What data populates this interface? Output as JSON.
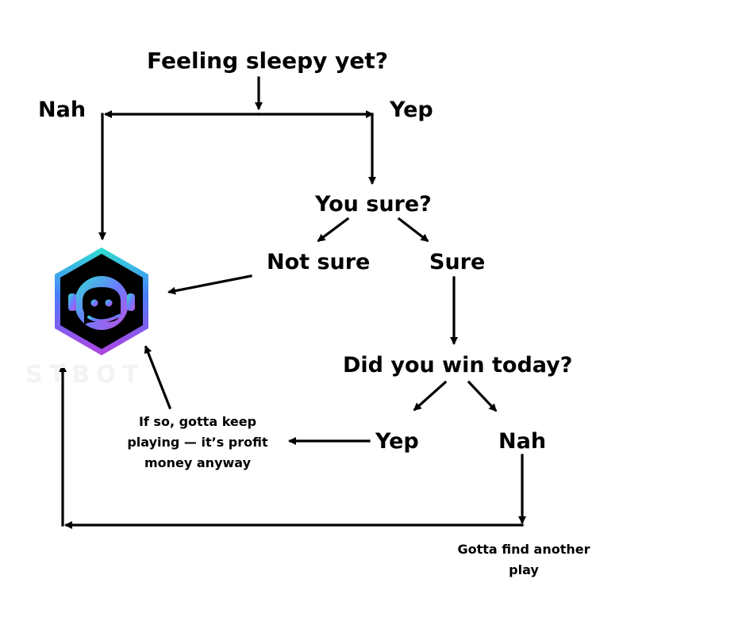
{
  "nodes": {
    "q1": "Feeling sleepy yet?",
    "q1_no": "Nah",
    "q1_yes": "Yep",
    "q2": "You sure?",
    "q2_not_sure": "Not sure",
    "q2_sure": "Sure",
    "q3": "Did you win today?",
    "q3_yes": "Yep",
    "q3_no": "Nah"
  },
  "notes": {
    "keep_playing": "If so, gotta keep playing — it’s profit money anyway",
    "find_another": "Gotta find another play"
  },
  "logo": {
    "name": "robot-hexagon-logo",
    "watermark": "STBOT",
    "colors": {
      "gradient_top": "#2fe0d0",
      "gradient_mid": "#4a7dff",
      "gradient_bottom": "#b044e0",
      "face_fill": "#000000"
    }
  },
  "colors": {
    "text": "#000000",
    "arrow": "#000000",
    "background": "#ffffff"
  }
}
